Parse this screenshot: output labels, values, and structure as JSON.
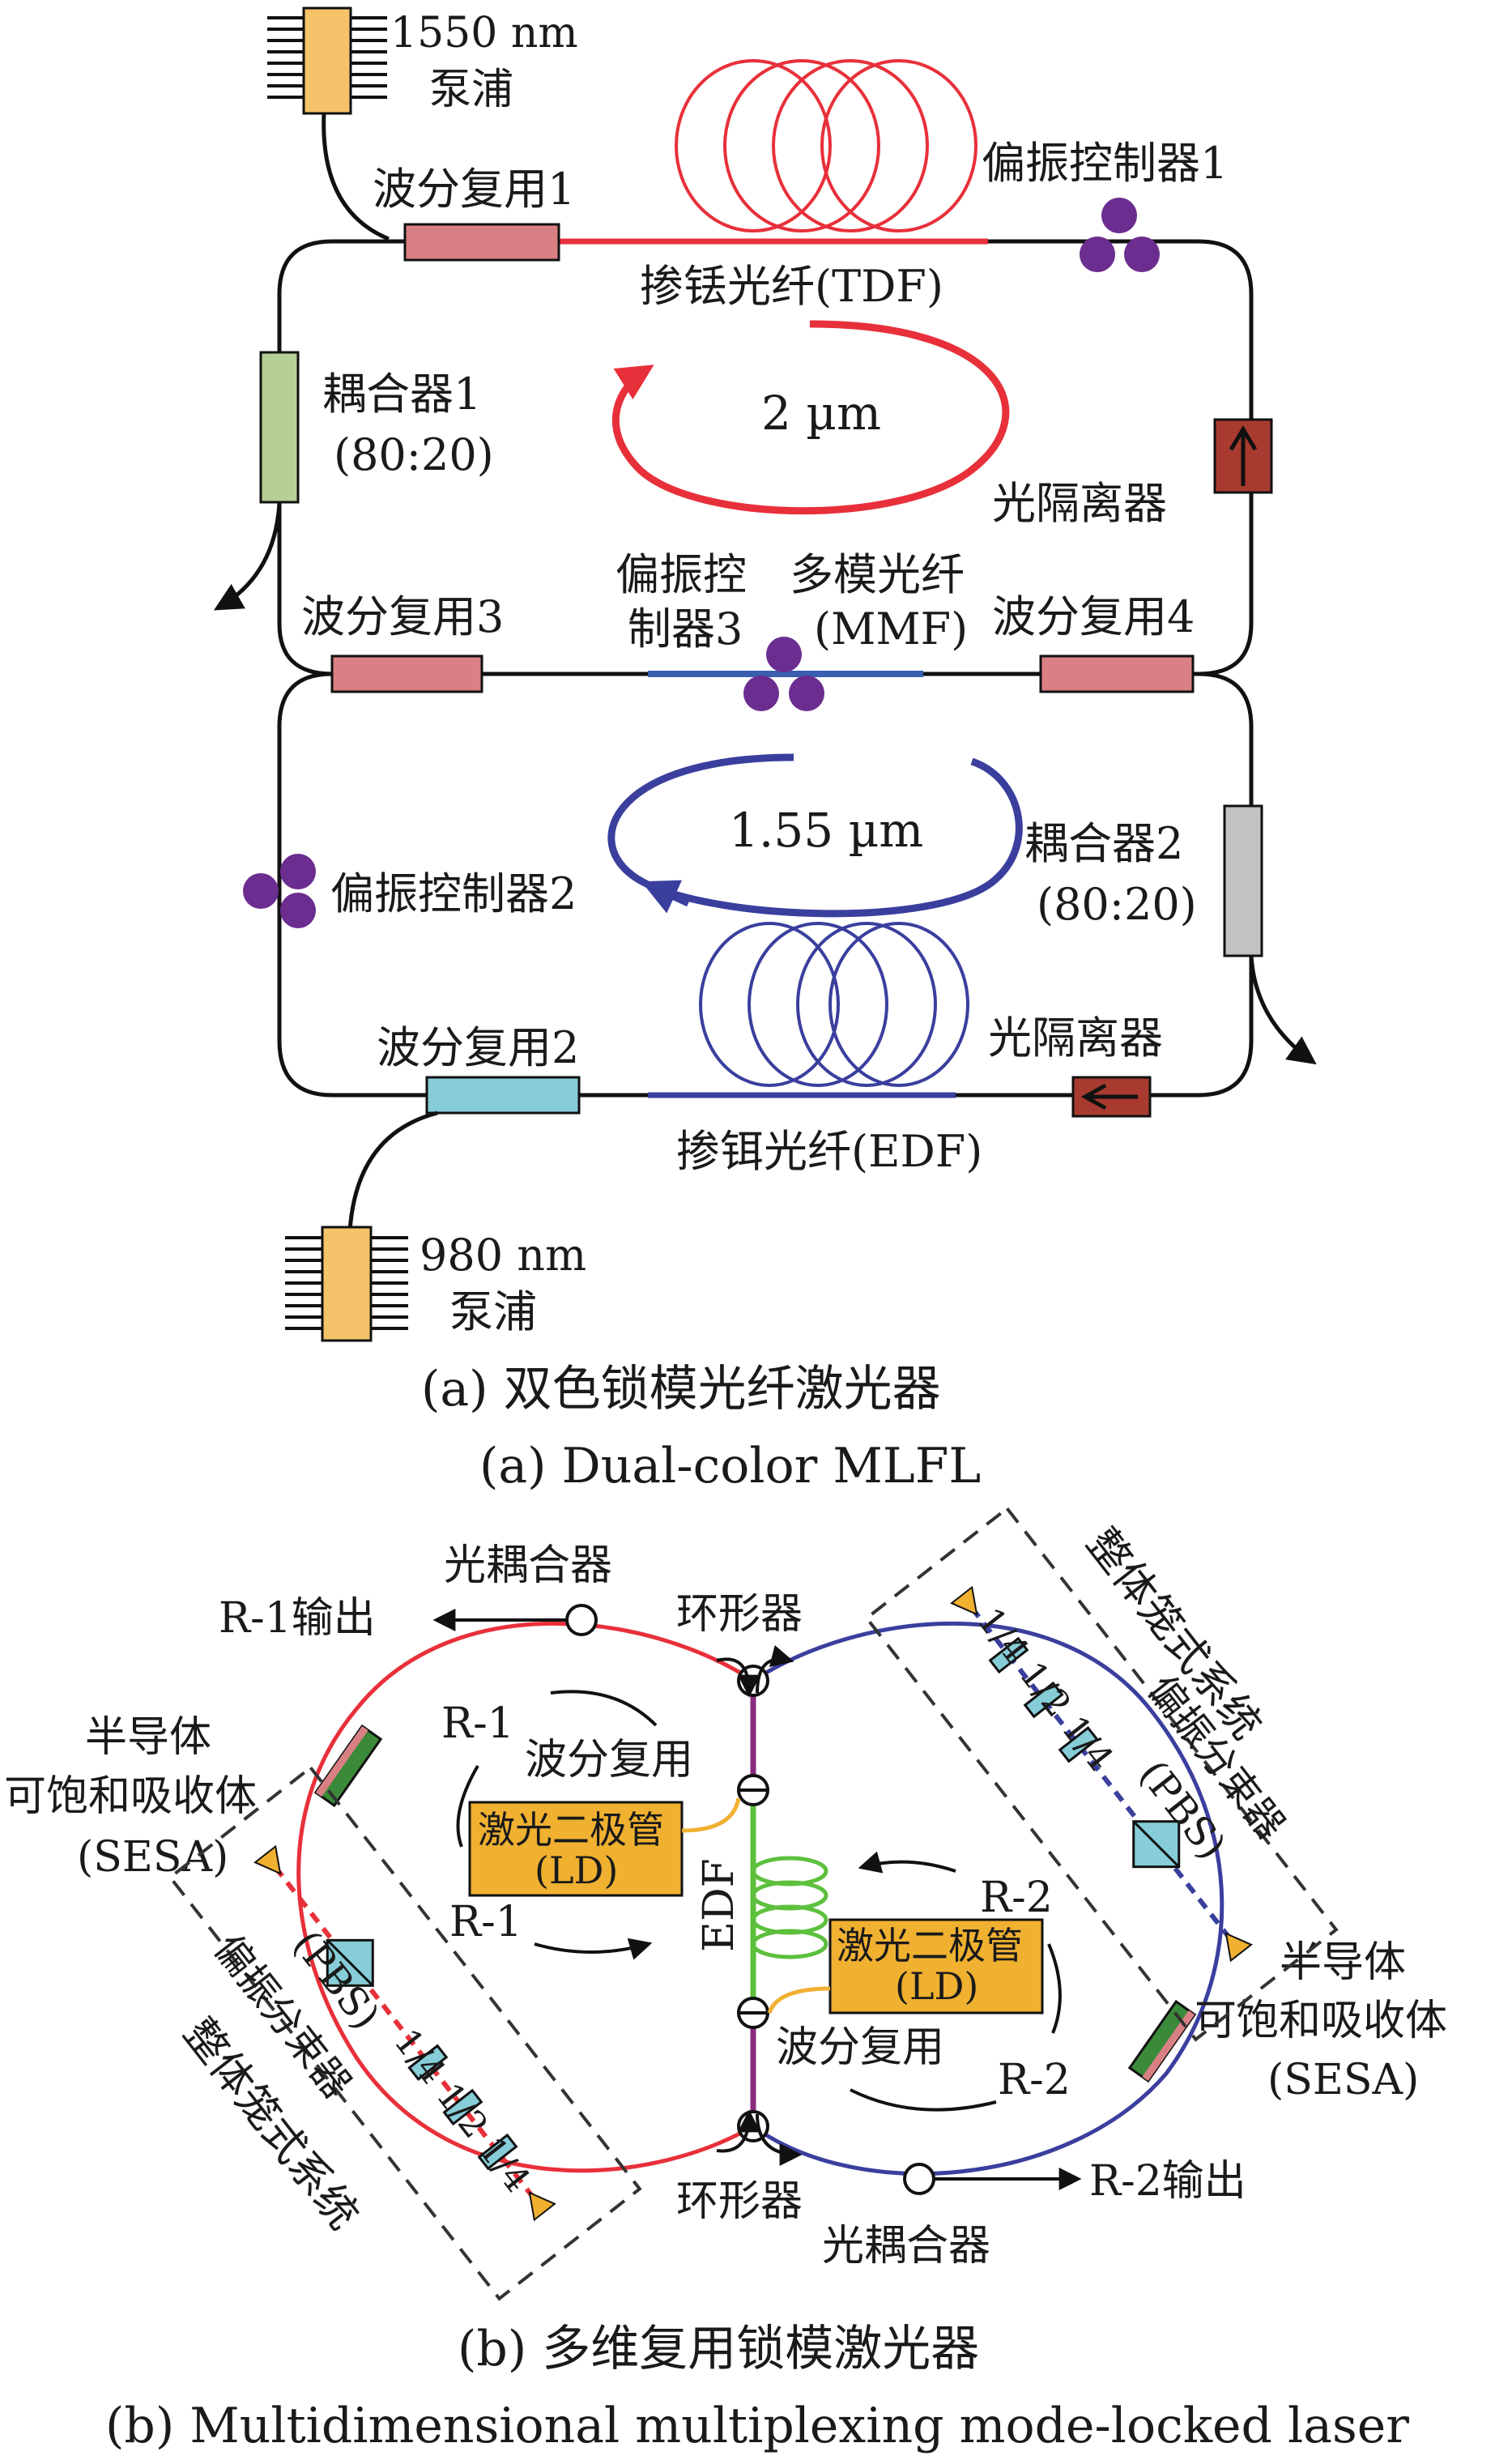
{
  "panel_a": {
    "pump1550": [
      "1550 nm",
      "泵浦"
    ],
    "wdm1": "波分复用1",
    "tdf": "掺铥光纤(TDF)",
    "pc1": "偏振控制器1",
    "coupler1": [
      "耦合器1",
      "(80:20)"
    ],
    "loop_2um": "2 µm",
    "isolator_top": "光隔离器",
    "wdm3": "波分复用3",
    "pc3": [
      "偏振控",
      "制器3"
    ],
    "mmf": [
      "多模光纤",
      "(MMF)"
    ],
    "wdm4": "波分复用4",
    "loop_155um": "1.55 µm",
    "pc2": "偏振控制器2",
    "coupler2": [
      "耦合器2",
      "(80:20)"
    ],
    "wdm2": "波分复用2",
    "isolator_bottom": "光隔离器",
    "edf": "掺铒光纤(EDF)",
    "pump980": [
      "980 nm",
      "泵浦"
    ],
    "caption_cn": "(a) 双色锁模光纤激光器",
    "caption_en": "(a) Dual-color MLFL"
  },
  "panel_b": {
    "coupler_top": "光耦合器",
    "r1_output": "R-1输出",
    "circulator_top": "环形器",
    "cage_top": "整体笼式系统",
    "waveplates_top": "1/4 1/2 1/4",
    "pbs_top": [
      "偏振分束器",
      "(PBS)"
    ],
    "sesa_left": [
      "半导体",
      "可饱和吸收体",
      "(SESA)"
    ],
    "r1_a": "R-1",
    "wdm_top": "波分复用",
    "ld_left": [
      "激光二极管",
      "(LD)"
    ],
    "r1_b": "R-1",
    "edf": "EDF",
    "r2_a": "R-2",
    "ld_right": [
      "激光二极管",
      "(LD)"
    ],
    "sesa_right": [
      "半导体",
      "可饱和吸收体",
      "(SESA)"
    ],
    "wdm_bottom": "波分复用",
    "r2_b": "R-2",
    "pbs_bottom": [
      "(PBS)",
      "偏振分束器"
    ],
    "waveplates_bottom": "1/4 1/2 1/4",
    "cage_bottom": "整体笼式系统",
    "circulator_bottom": "环形器",
    "coupler_bottom": "光耦合器",
    "r2_output": "R-2输出",
    "caption_cn": "(b) 多维复用锁模激光器",
    "caption_en": "(b) Multidimensional multiplexing mode-locked laser"
  },
  "colors": {
    "red_fiber": "#e8303a",
    "blue_fiber": "#3a3f9e",
    "purple_pc": "#6b2d8f",
    "pump_yellow": "#f5c36a",
    "ld_orange": "#f0b030",
    "green_edf": "#5cc03c",
    "wdm_pink": "#d98084",
    "coupler_green": "#b6cf94",
    "coupler_gray": "#c4c1c4",
    "isolator_red": "#a83a30",
    "wdm_cyan": "#86cdd8"
  }
}
